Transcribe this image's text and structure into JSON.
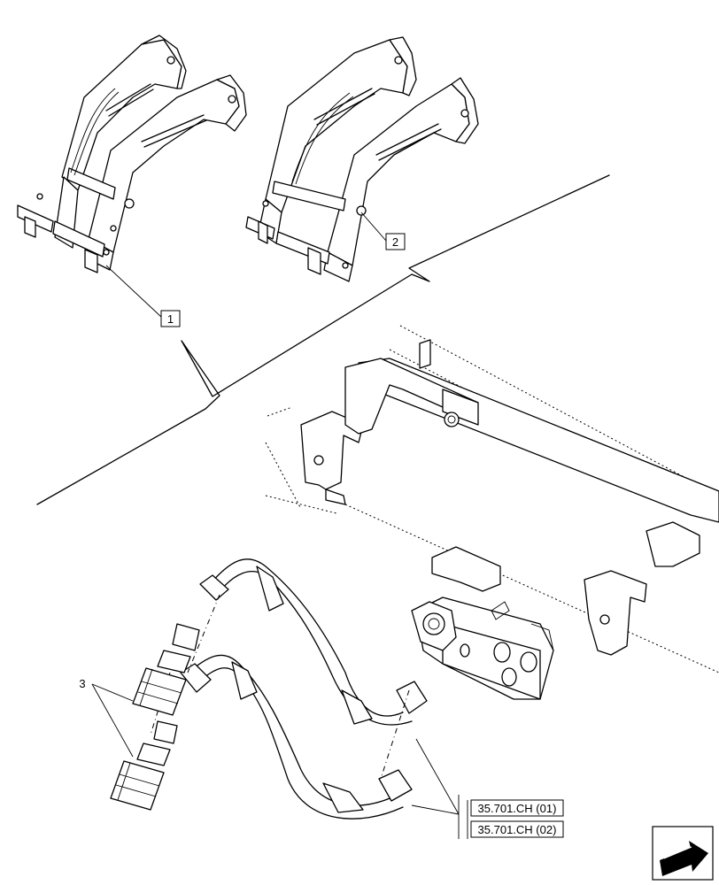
{
  "callouts": {
    "c1": "1",
    "c2": "2",
    "c3": "3"
  },
  "references": {
    "ref1": "35.701.CH (01)",
    "ref2": "35.701.CH (02)"
  },
  "icons": {
    "nav_arrow": "next-arrow-icon"
  }
}
